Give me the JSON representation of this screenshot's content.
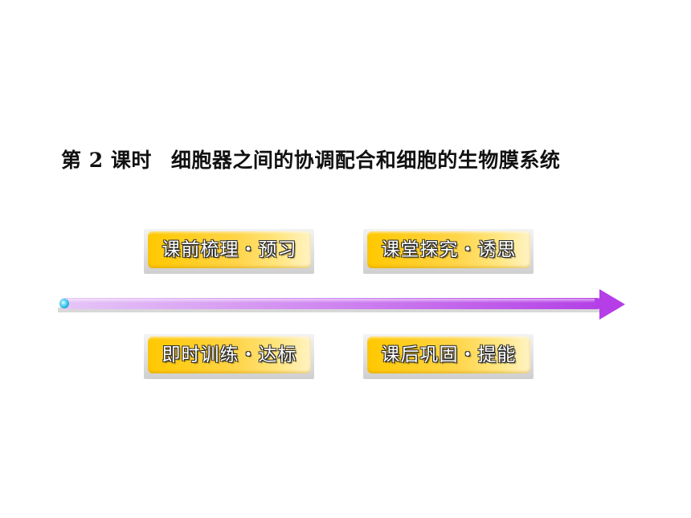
{
  "slide": {
    "title_prefix": "第",
    "title_number": "2",
    "title_suffix": "课时",
    "title_main": "细胞器之间的协调配合和细胞的生物膜系统"
  },
  "nav": {
    "preview_label": "课前梳理・预习",
    "explore_label": "课堂探究・诱思",
    "training_label": "即时训练・达标",
    "homework_label": "课后巩固・提能"
  },
  "colors": {
    "button_fill": "#ffcc1a",
    "button_text": "#ffffff",
    "arrow_purple": "#b13fe6",
    "arrow_dot": "#39c6f0"
  }
}
